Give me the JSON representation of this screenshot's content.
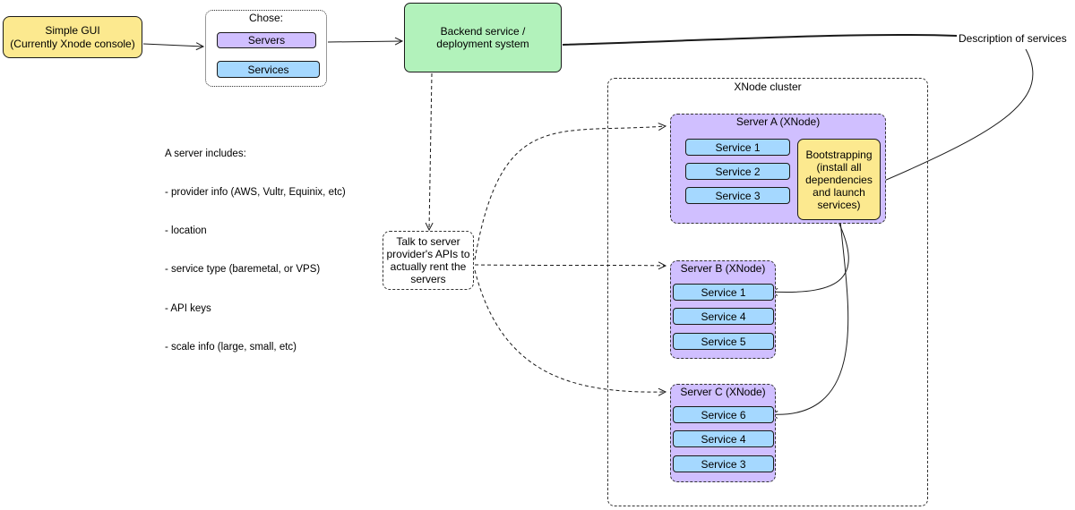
{
  "gui": {
    "line1": "Simple GUI",
    "line2": "(Currently Xnode console)"
  },
  "chooser": {
    "title": "Chose:",
    "servers": "Servers",
    "services": "Services"
  },
  "backend": {
    "line1": "Backend service /",
    "line2": "deployment system"
  },
  "description_label": "Description of services",
  "notes": {
    "heading": "A server includes:",
    "items": [
      "- provider info (AWS, Vultr, Equinix, etc)",
      "- location",
      "- service type (baremetal, or VPS)",
      "- API keys",
      "- scale info (large, small, etc)"
    ]
  },
  "provider_box": {
    "lines": [
      "Talk to server",
      "provider's APIs to",
      "actually rent the",
      "servers"
    ]
  },
  "cluster_label": "XNode cluster",
  "server_a": {
    "title": "Server A (XNode)",
    "services": [
      "Service 1",
      "Service 2",
      "Service 3"
    ],
    "bootstrap": [
      "Bootstrapping",
      "(install all",
      "dependencies",
      "and launch",
      "services)"
    ]
  },
  "server_b": {
    "title": "Server B (XNode)",
    "services": [
      "Service 1",
      "Service 4",
      "Service 5"
    ]
  },
  "server_c": {
    "title": "Server C (XNode)",
    "services": [
      "Service 6",
      "Service 4",
      "Service 3"
    ]
  },
  "colors": {
    "yellow": "#fce98f",
    "green": "#b2f2bb",
    "purple": "#d0bfff",
    "blue": "#a5d8ff"
  }
}
